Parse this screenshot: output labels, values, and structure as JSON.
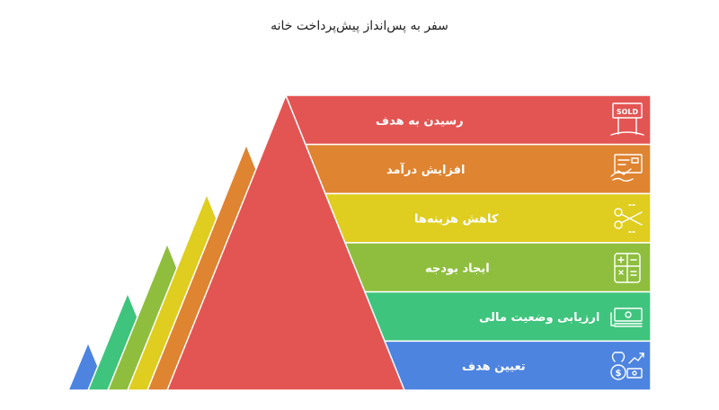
{
  "title": "سفر به پس‌انداز پیش‌پرداخت خانه",
  "steps": [
    {
      "label": "رسیدن به هدف",
      "color": "#e35553",
      "icon": "sold-sign-icon"
    },
    {
      "label": "افزایش درآمد",
      "color": "#df8431",
      "icon": "paycheck-icon"
    },
    {
      "label": "کاهش هزینه‌ها",
      "color": "#dfcd1f",
      "icon": "scissors-icon"
    },
    {
      "label": "ایجاد بودجه",
      "color": "#8fbe3e",
      "icon": "calculator-icon"
    },
    {
      "label": "ارزیابی وضعیت مالی",
      "color": "#3fc47d",
      "icon": "money-stack-icon"
    },
    {
      "label": "تعیین هدف",
      "color": "#4d84e0",
      "icon": "money-bag-goal-icon"
    }
  ]
}
